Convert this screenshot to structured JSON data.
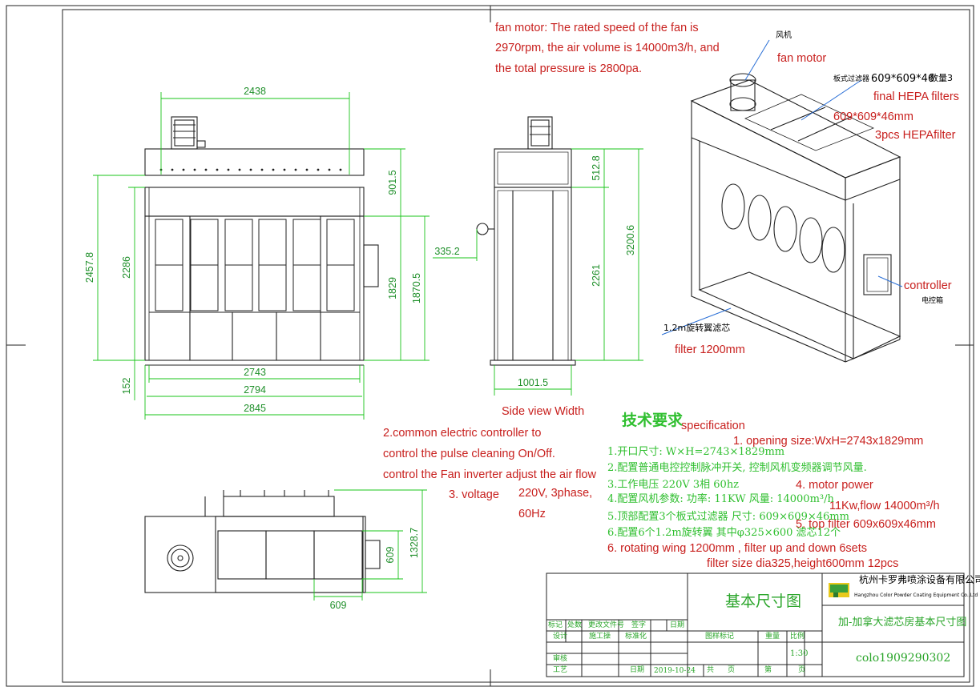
{
  "colors": {
    "line": "#222222",
    "dimension": "#19c419",
    "annotation_red": "#c8201e",
    "spec_green": "#2fbf2f",
    "leader_blue": "#2a6fd6"
  },
  "front_view_dims": {
    "top_width": "2438",
    "upper_height": "901.5",
    "total_height": "2457.8",
    "inner_height": "2286",
    "opening_height": "1829",
    "filter_height": "1870.5",
    "base_height": "152",
    "width_inner": "2743",
    "width_mid": "2794",
    "width_outer": "2845"
  },
  "side_view_dims": {
    "pipe_offset": "335.2",
    "hood_height": "512.8",
    "total_height": "3200.6",
    "body_height": "2261",
    "depth": "1001.5",
    "caption": "Side view Width"
  },
  "top_view_dims": {
    "depth": "1328.7",
    "filter_side": "609",
    "filter_bottom": "609"
  },
  "annotations": {
    "fan_note_1": "fan motor: The rated speed of the fan is",
    "fan_note_2": "2970rpm, the air volume is 14000m3/h, and",
    "fan_note_3": "the total pressure is 2800pa.",
    "fan_motor_cn": "风机",
    "fan_motor": "fan motor",
    "hepa_cn": "板式过滤器",
    "hepa_size": "609*609*46",
    "hepa_qty_cn": "数量3",
    "hepa_label": "final HEPA filters",
    "hepa_mm": "609*609*46mm",
    "hepa_count": "3pcs HEPAfilter",
    "controller": "controller",
    "controller_cn": "电控箱",
    "filter_cn": "1.2m旋转翼滤芯",
    "filter_len": "filter 1200mm",
    "ctrl_note_1": "2.common electric controller to",
    "ctrl_note_2": "control the pulse cleaning On/Off.",
    "ctrl_note_3": "control the Fan inverter adjust the air flow",
    "voltage_1": "3. voltage",
    "voltage_2": "220V, 3phase,",
    "voltage_3": "60Hz",
    "specification": "specification",
    "opening": "1. opening size:WxH=2743x1829mm",
    "motor_power": "4. motor power",
    "motor_flow": "11Kw,flow 14000m³/h",
    "top_filter": "5. top filter 609x609x46mm",
    "rotating": "6. rotating wing 1200mm , filter up and down 6sets",
    "filter_size": "filter size dia325,height600mm 12pcs"
  },
  "tech_requirements": {
    "title": "技术要求",
    "items": [
      "1.开口尺寸: W×H=2743×1829mm",
      "2.配置普通电控控制脉冲开关, 控制风机变频器调节风量.",
      "3.工作电压 220V 3相 60hz",
      "4.配置风机参数: 功率: 11KW  风量: 14000m³/h",
      "5.顶部配置3个板式过滤器 尺寸: 609×609×46mm",
      "6.配置6个1.2m旋转翼 其中φ325×600 滤芯12个"
    ]
  },
  "title_block": {
    "title_cn": "基本尺寸图",
    "company_cn": "杭州卡罗弗喷涂设备有限公司",
    "company_en": "Hangzhou Color Powder Coating Equipment Co.,Ltd",
    "drawing_name_cn": "加-加拿大滤芯房基本尺寸图",
    "drawing_no": "colo1909290302",
    "scale": "1:30",
    "date": "2019-10-24",
    "labels": {
      "mark": "标记",
      "count": "处数",
      "change_doc": "更改文件号",
      "sign": "签字",
      "date_lbl": "日期",
      "design": "设计",
      "std": "标准化",
      "drafter": "施工操",
      "stage_mark": "图样标记",
      "weight": "重量",
      "ratio": "比例",
      "review": "审核",
      "process": "工艺",
      "date2": "日期",
      "total": "共",
      "page": "页",
      "sheet": "第",
      "page2": "页"
    }
  }
}
